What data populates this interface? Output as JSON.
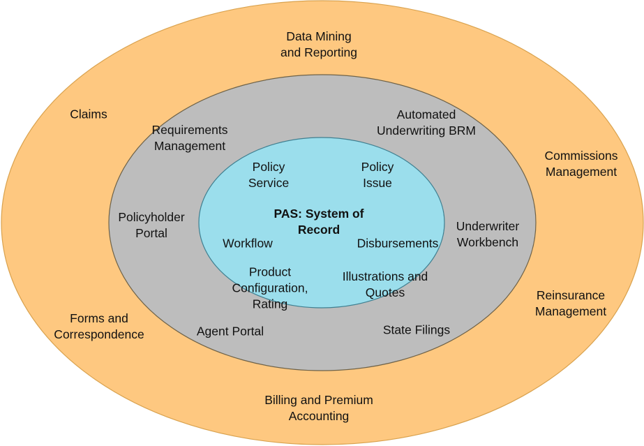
{
  "diagram": {
    "title": "PAS: System of Record",
    "colors": {
      "outer_ring": "#FEC880",
      "outer_stroke": "#D9A24E",
      "middle_ring": "#BDBDBD",
      "middle_stroke": "#6E6248",
      "inner_ring": "#9BDEEC",
      "inner_stroke": "#3F7F90",
      "text": "#111111"
    },
    "rings": [
      {
        "id": "outer",
        "labels": [
          "Data Mining\nand Reporting",
          "Claims",
          "Commissions\nManagement",
          "Forms and\nCorrespondence",
          "Reinsurance\nManagement",
          "Billing and Premium\nAccounting"
        ]
      },
      {
        "id": "middle",
        "labels": [
          "Requirements\nManagement",
          "Automated\nUnderwriting BRM",
          "Policyholder\nPortal",
          "Underwriter\nWorkbench",
          "Agent Portal",
          "State Filings"
        ]
      },
      {
        "id": "inner",
        "labels": [
          "Policy\nService",
          "Policy\nIssue",
          "PAS: System of\nRecord",
          "Workflow",
          "Disbursements",
          "Product\nConfiguration,\nRating",
          "Illustrations and\nQuotes"
        ]
      }
    ]
  }
}
